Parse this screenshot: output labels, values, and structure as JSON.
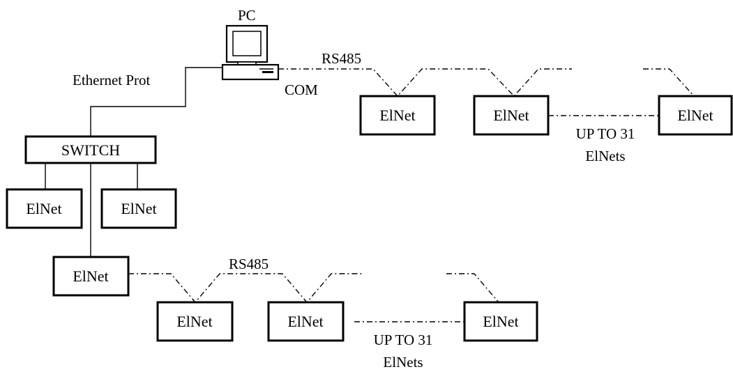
{
  "pc": {
    "label": "PC",
    "com_label": "COM"
  },
  "ethernet_label": "Ethernet Prot",
  "switch_label": "SWITCH",
  "device_label": "ElNet",
  "rs485_label": "RS485",
  "limit_note": {
    "line1": "UP TO 31",
    "line2": "ElNets"
  }
}
